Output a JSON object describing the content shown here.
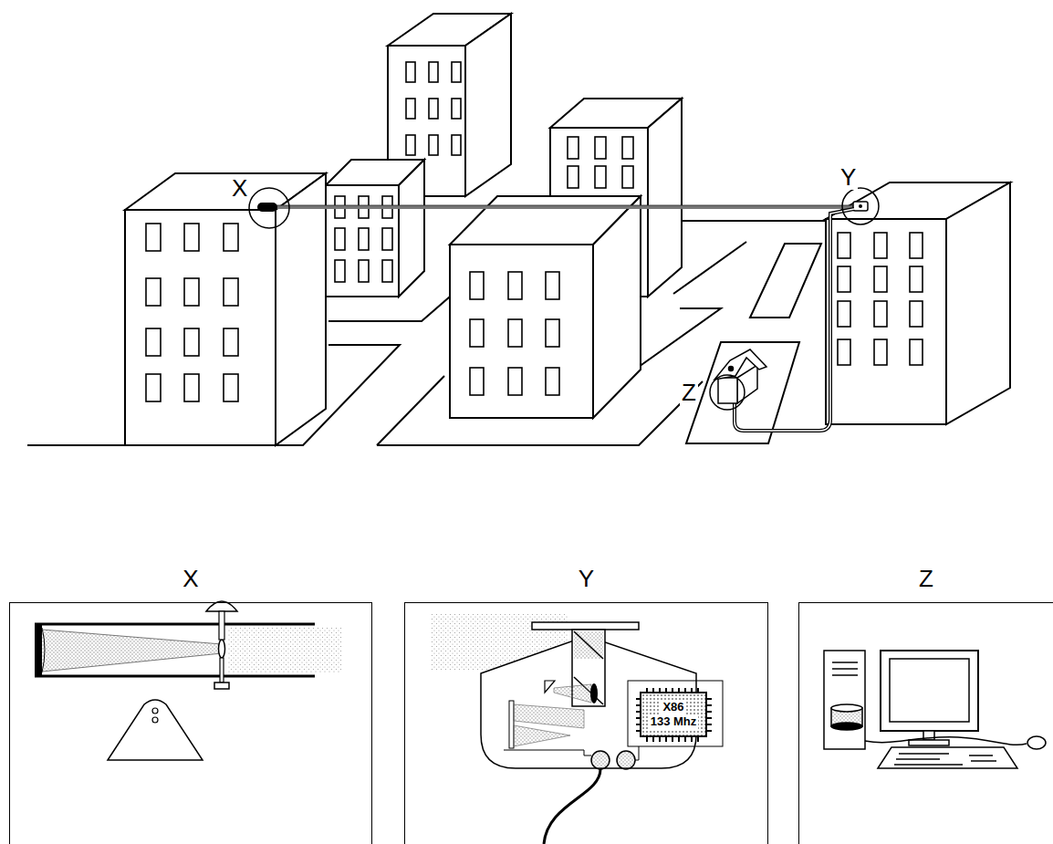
{
  "diagram": {
    "nodes": [
      {
        "text": [
          "X"
        ]
      },
      {
        "text": [
          "Y"
        ]
      },
      {
        "text": [
          "Z"
        ]
      },
      {
        "text": [
          "X86",
          "133 Mhz"
        ],
        "in": 1
      }
    ],
    "labels": [
      "X",
      "Y",
      "Z"
    ]
  }
}
